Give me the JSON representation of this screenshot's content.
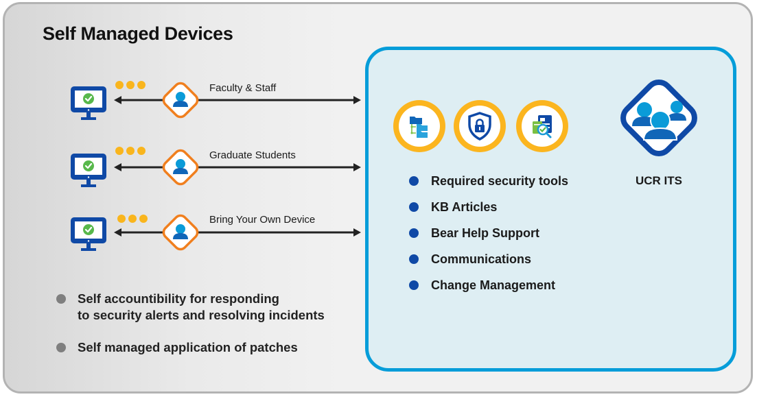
{
  "title": "Self Managed Devices",
  "colors": {
    "accent_blue": "#069dd9",
    "dark_blue": "#0f49a6",
    "orange": "#f07f1e",
    "gold": "#fbb51f",
    "green_check": "#58b84b",
    "panel_bg": "#deeef3"
  },
  "user_groups": [
    {
      "label": "Faculty & Staff",
      "icons": [
        "monitor-check-icon",
        "dots-icon",
        "person-icon"
      ]
    },
    {
      "label": "Graduate Students",
      "icons": [
        "monitor-check-icon",
        "dots-icon",
        "person-icon"
      ]
    },
    {
      "label": "Bring Your Own Device",
      "icons": [
        "monitor-check-icon",
        "dots-icon",
        "person-icon"
      ]
    }
  ],
  "responsibilities": [
    {
      "line1": "Self accountibility for responding",
      "line2": "to security alerts and resolving incidents"
    },
    {
      "line1": "Self managed application of patches",
      "line2": ""
    }
  ],
  "its_panel": {
    "name": "UCR ITS",
    "tool_icons": [
      "folder-tree-icon",
      "shield-lock-icon",
      "document-search-check-icon"
    ],
    "services": [
      "Required security tools",
      "KB Articles",
      "Bear Help Support",
      "Communications",
      "Change Management"
    ]
  }
}
